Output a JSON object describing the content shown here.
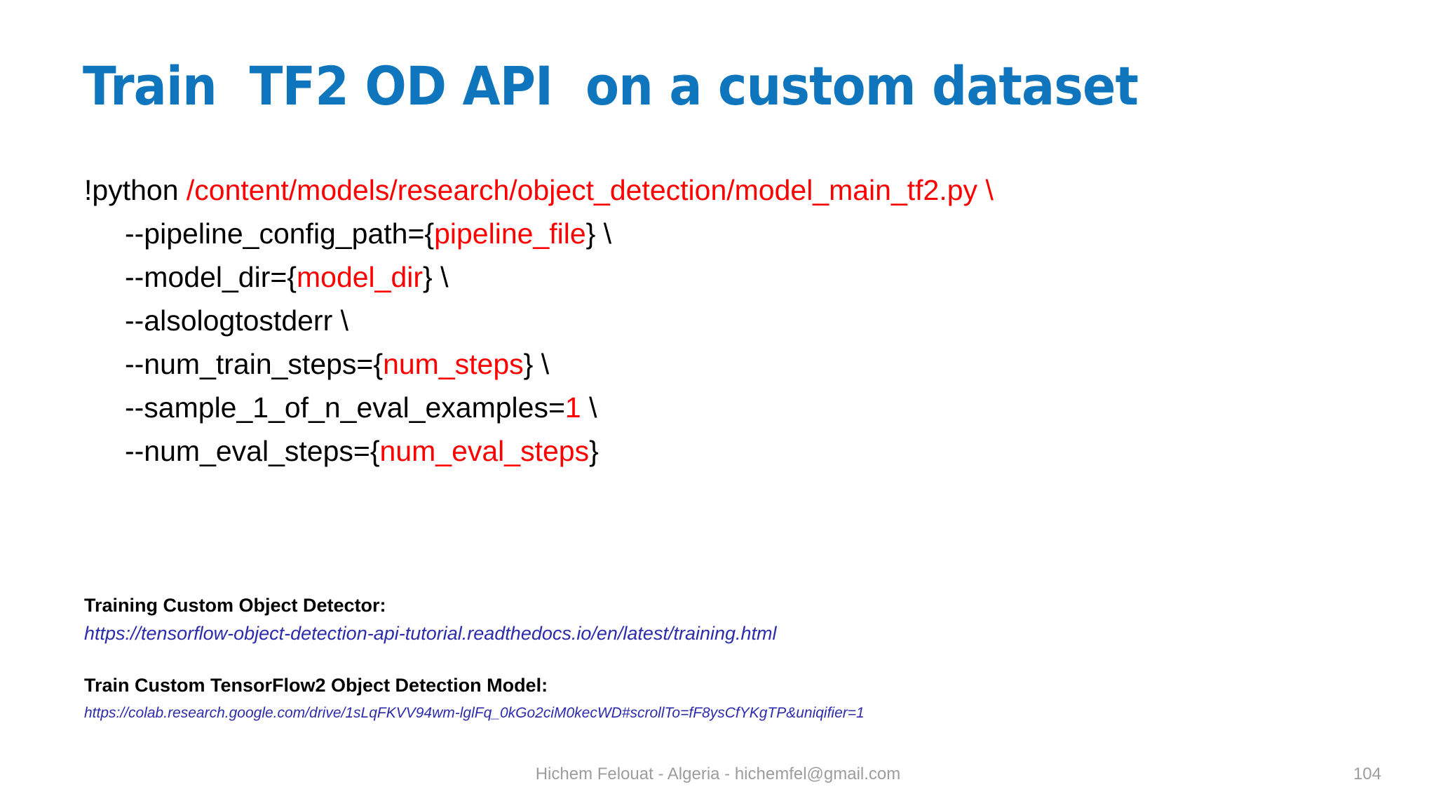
{
  "slide": {
    "title": "Train  TF2 OD API  on a custom dataset",
    "title_color": "#0f75bc",
    "code_color_default": "#000000",
    "code_color_highlight": "#ff0000",
    "link_color": "#2b2bab",
    "footer_color": "#9d9d9d",
    "background": "#ffffff"
  },
  "code": {
    "lines": [
      {
        "indent": false,
        "parts": [
          {
            "text": "!python ",
            "color": "black"
          },
          {
            "text": "/content/models/research/object_detection/model_main_tf2.py \\",
            "color": "red"
          }
        ]
      },
      {
        "indent": true,
        "parts": [
          {
            "text": "--pipeline_config_path={",
            "color": "black"
          },
          {
            "text": "pipeline_file",
            "color": "red"
          },
          {
            "text": "} \\",
            "color": "black"
          }
        ]
      },
      {
        "indent": true,
        "parts": [
          {
            "text": "--model_dir={",
            "color": "black"
          },
          {
            "text": "model_dir",
            "color": "red"
          },
          {
            "text": "} \\",
            "color": "black"
          }
        ]
      },
      {
        "indent": true,
        "parts": [
          {
            "text": "--alsologtostderr \\",
            "color": "black"
          }
        ]
      },
      {
        "indent": true,
        "parts": [
          {
            "text": "--num_train_steps={",
            "color": "black"
          },
          {
            "text": "num_steps",
            "color": "red"
          },
          {
            "text": "} \\",
            "color": "black"
          }
        ]
      },
      {
        "indent": true,
        "parts": [
          {
            "text": "--sample_1_of_n_eval_examples=",
            "color": "black"
          },
          {
            "text": "1",
            "color": "red"
          },
          {
            "text": " \\",
            "color": "black"
          }
        ]
      },
      {
        "indent": true,
        "parts": [
          {
            "text": "--num_eval_steps={",
            "color": "black"
          },
          {
            "text": "num_eval_steps",
            "color": "red"
          },
          {
            "text": "}",
            "color": "black"
          }
        ]
      }
    ]
  },
  "references": [
    {
      "title": "Training Custom Object Detector:",
      "url": "https://tensorflow-object-detection-api-tutorial.readthedocs.io/en/latest/training.html",
      "size": "big"
    },
    {
      "title": "Train Custom TensorFlow2 Object Detection Model:",
      "url": "https://colab.research.google.com/drive/1sLqFKVV94wm-lglFq_0kGo2ciM0kecWD#scrollTo=fF8ysCfYKgTP&uniqifier=1",
      "size": "small"
    }
  ],
  "footer": {
    "author": "Hichem Felouat - Algeria - hichemfel@gmail.com",
    "page_number": "104"
  }
}
